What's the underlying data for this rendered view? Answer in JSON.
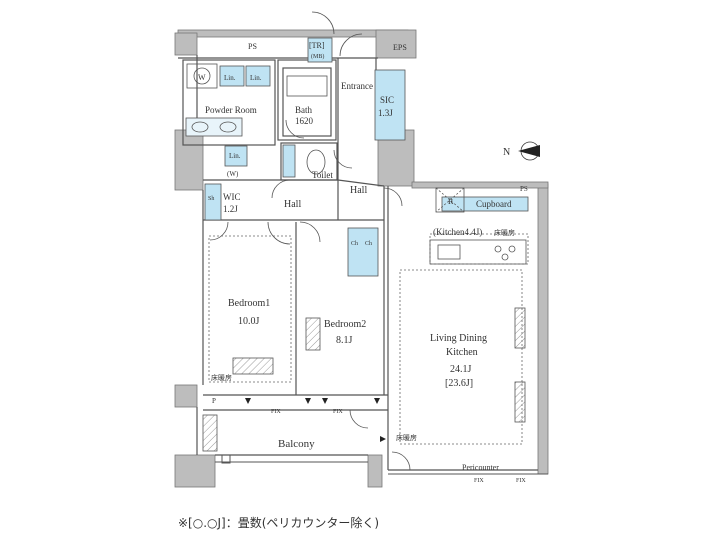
{
  "colors": {
    "wall": "#b8b8b8",
    "wall_edge": "#6e6e6e",
    "fixture": "#bfe3f3",
    "line": "#444444"
  },
  "labels": {
    "ps_top": "PS",
    "tr": "[TR]",
    "mb": "(MB)",
    "eps": "EPS",
    "w_top": "W",
    "lin_1": "Lin.",
    "lin_2": "Lin.",
    "entrance": "Entrance",
    "bath": "Bath",
    "bath_size": "1620",
    "sic": "SIC",
    "sic_size": "1.3J",
    "powder_room": "Powder Room",
    "lin_3": "Lin.",
    "w_mid": "(W)",
    "toilet": "Toilet",
    "hall_right": "Hall",
    "hall_left": "Hall",
    "wic": "WIC",
    "wic_size": "1.2J",
    "sh_1": "Sh",
    "ps_right": "PS",
    "r_mark": "R",
    "cupboard": "Cupboard",
    "kitchen": "(Kitchen4.4J)",
    "floor_heat_1": "床暖房",
    "ch_1": "Ch",
    "ch_2": "Ch",
    "bedroom1": "Bedroom1",
    "bedroom1_size": "10.0J",
    "bedroom2": "Bedroom2",
    "bedroom2_size": "8.1J",
    "ldk_1": "Living Dining",
    "ldk_2": "Kitchen",
    "ldk_size": "24.1J",
    "ldk_size_alt": "[23.6J]",
    "floor_heat_2": "床暖房",
    "p_mark": "P",
    "fix_1": "FIX",
    "fix_2": "FIX",
    "fix_3": "FIX",
    "fix_4": "FIX",
    "balcony": "Balcony",
    "floor_heat_3": "床暖房",
    "pericounter": "Pericounter",
    "north": "N"
  },
  "footnote": "※[○.○J]：畳数(ペリカウンター除く)"
}
